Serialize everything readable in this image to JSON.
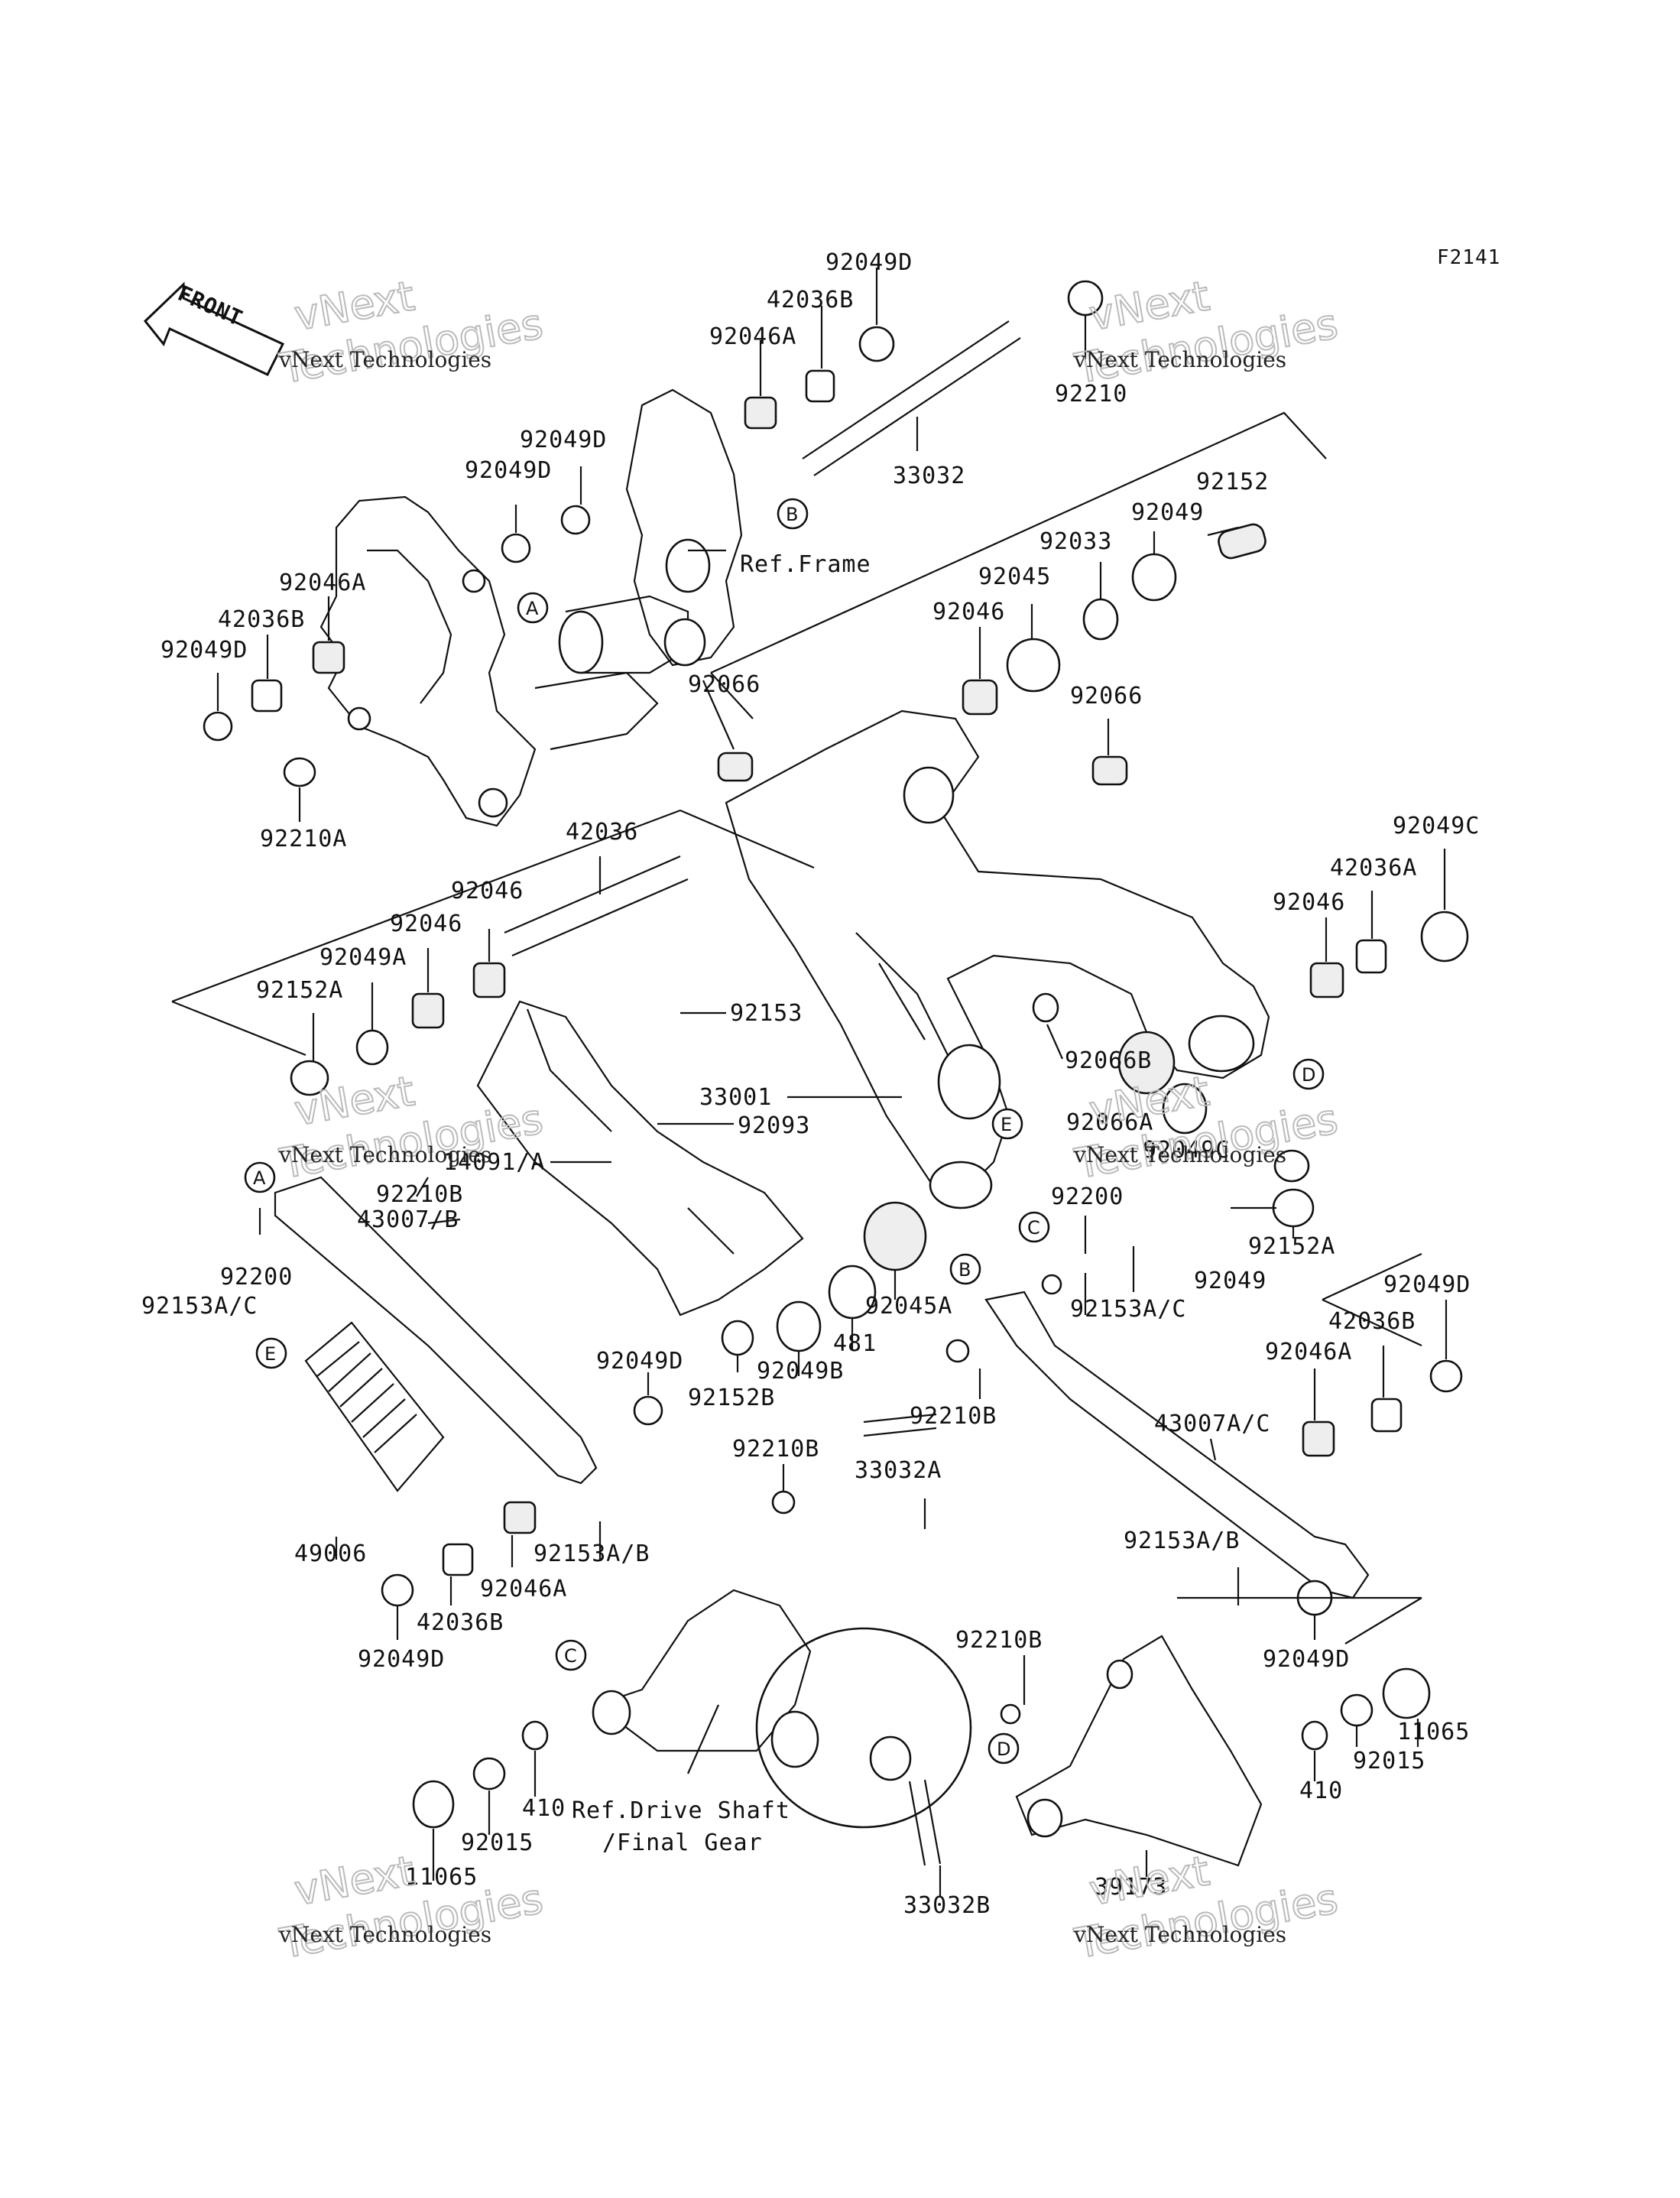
{
  "figure_code": "F2141",
  "front_label": "FRONT",
  "watermark": {
    "line1": "vNext Technologies",
    "line2": "vNext",
    "line3": "Technologies"
  },
  "circle_labels": {
    "A1": "A",
    "B1": "B",
    "A2": "A",
    "B2": "B",
    "C1": "C",
    "C2": "C",
    "D1": "D",
    "D2": "D",
    "E1": "E",
    "E2": "E"
  },
  "ref_labels": {
    "frame": "Ref.Frame",
    "drive1": "Ref.Drive Shaft",
    "drive2": "/Final Gear"
  },
  "part_labels": {
    "p_92049D_top": "92049D",
    "p_42036B_top": "42036B",
    "p_92046A_top": "92046A",
    "p_92210_top": "92210",
    "p_33032": "33032",
    "p_92049D_l1": "92049D",
    "p_92049D_l2": "92049D",
    "p_92152": "92152",
    "p_92049_top": "92049",
    "p_92033": "92033",
    "p_92045": "92045",
    "p_92046A_l": "92046A",
    "p_42036B_l": "42036B",
    "p_92049D_l3": "92049D",
    "p_92046_mid": "92046",
    "p_92066_a": "92066",
    "p_92066_b": "92066",
    "p_92210A": "92210A",
    "p_42036": "42036",
    "p_92049C_r": "92049C",
    "p_42036A": "42036A",
    "p_92046_r": "92046",
    "p_92046_l1": "92046",
    "p_92046_l2": "92046",
    "p_92049A": "92049A",
    "p_92152A_l": "92152A",
    "p_92153": "92153",
    "p_92066B": "92066B",
    "p_33001": "33001",
    "p_92093": "92093",
    "p_92066A": "92066A",
    "p_92049C_m": "92049C",
    "p_14091A": "14091/A",
    "p_92210B_a": "92210B",
    "p_43007B": "43007/B",
    "p_92200_l": "92200",
    "p_92153AC_l": "92153A/C",
    "p_92200_m": "92200",
    "p_92049_m": "92049",
    "p_92152A_r": "92152A",
    "p_92153AC_m": "92153A/C",
    "p_92045A": "92045A",
    "p_481": "481",
    "p_92049B": "92049B",
    "p_92152B": "92152B",
    "p_92049D_r": "92049D",
    "p_42036B_r": "42036B",
    "p_92046A_r": "92046A",
    "p_92210B_m": "92210B",
    "p_43007AC": "43007A/C",
    "p_92049D_lm": "92049D",
    "p_92210B_c": "92210B",
    "p_33032A": "33032A",
    "p_49006": "49006",
    "p_92153AB_l": "92153A/B",
    "p_92046A_lb": "92046A",
    "p_42036B_lb": "42036B",
    "p_92049D_lb": "92049D",
    "p_92153AB_r": "92153A/B",
    "p_92210B_r": "92210B",
    "p_92049D_rb": "92049D",
    "p_92015_r": "92015",
    "p_11065_r": "11065",
    "p_410_r": "410",
    "p_410_l": "410",
    "p_92015_l": "92015",
    "p_11065_l": "11065",
    "p_33032B": "33032B",
    "p_39173": "39173"
  }
}
